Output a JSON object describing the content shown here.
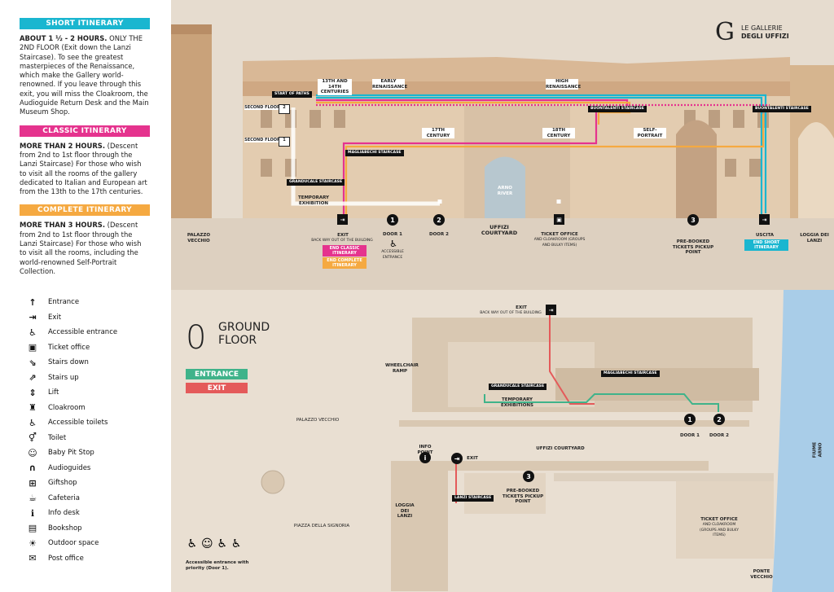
{
  "left": {
    "short": {
      "title": "SHORT ITINERARY",
      "lead": "ABOUT 1 ½ - 2 HOURS.",
      "text": " ONLY THE 2ND FLOOR (Exit down the Lanzi Staircase). To see the greatest masterpieces of the Renaissance, which make the Gallery world-renowned. If you leave through this exit, you will miss the Cloakroom, the Audioguide Return Desk and the Main Museum Shop."
    },
    "classic": {
      "title": "CLASSIC ITINERARY",
      "lead": "MORE THAN 2 HOURS.",
      "text": " (Descent from 2nd to 1st floor through the Lanzi Staircase) For those who wish to visit all the rooms of the gallery dedicated to Italian and European art from the 13th to the 17th centuries."
    },
    "complete": {
      "title": "COMPLETE ITINERARY",
      "lead": "MORE THAN 3 HOURS.",
      "text": " (Descent from 2nd to 1st floor through the Lanzi Staircase) For those who wish to visit all the rooms, including the world-renowned Self-Portrait Collection."
    },
    "legend": [
      {
        "icon": "entrance-icon",
        "glyph": "↑",
        "label": "Entrance"
      },
      {
        "icon": "exit-icon",
        "glyph": "⇥",
        "label": "Exit"
      },
      {
        "icon": "accessible-entrance-icon",
        "glyph": "♿",
        "label": "Accessible entrance"
      },
      {
        "icon": "ticket-office-icon",
        "glyph": "▣",
        "label": "Ticket office"
      },
      {
        "icon": "stairs-down-icon",
        "glyph": "⇘",
        "label": "Stairs down"
      },
      {
        "icon": "stairs-up-icon",
        "glyph": "⇗",
        "label": "Stairs up"
      },
      {
        "icon": "lift-icon",
        "glyph": "⇕",
        "label": "Lift"
      },
      {
        "icon": "cloakroom-icon",
        "glyph": "♜",
        "label": "Cloakroom"
      },
      {
        "icon": "accessible-toilets-icon",
        "glyph": "♿",
        "label": "Accessible toilets"
      },
      {
        "icon": "toilet-icon",
        "glyph": "⚥",
        "label": "Toilet"
      },
      {
        "icon": "baby-pit-stop-icon",
        "glyph": "☺",
        "label": "Baby Pit Stop"
      },
      {
        "icon": "audioguides-icon",
        "glyph": "∩",
        "label": "Audioguides"
      },
      {
        "icon": "giftshop-icon",
        "glyph": "⊞",
        "label": "Giftshop"
      },
      {
        "icon": "cafeteria-icon",
        "glyph": "☕",
        "label": "Cafeteria"
      },
      {
        "icon": "info-desk-icon",
        "glyph": "ℹ",
        "label": "Info desk"
      },
      {
        "icon": "bookshop-icon",
        "glyph": "▤",
        "label": "Bookshop"
      },
      {
        "icon": "outdoor-space-icon",
        "glyph": "☀",
        "label": "Outdoor space"
      },
      {
        "icon": "post-office-icon",
        "glyph": "✉",
        "label": "Post office"
      }
    ]
  },
  "logo": {
    "line1": "LE GALLERIE",
    "line2": "DEGLI UFFIZI"
  },
  "top": {
    "start": "START OF PATHS",
    "second_floor": "SECOND FLOOR",
    "first_floor": "SECOND FLOOR",
    "floor2": "2",
    "floor1": "1",
    "c13": "13TH AND 14TH CENTURIES",
    "early": "EARLY RENAISSANCE",
    "high": "HIGH RENAISSANCE",
    "c17": "17TH CENTURY",
    "c18": "18TH CENTURY",
    "self": "SELF-PORTRAIT",
    "buontalenti1": "BUONTALENTI STAIRCASE",
    "buontalenti2": "BUONTALENTI STAIRCASE",
    "magliabechi": "MAGLIABECHI STAIRCASE",
    "granducale": "GRANDUCALE STAIRCASE",
    "temporary": "TEMPORARY EXHIBITION",
    "arno": "ARNO RIVER",
    "palazzo": "PALAZZO VECCHIO",
    "loggia": "LOGGIA DEI LANZI",
    "courtyard": "UFFIZI COURTYARD",
    "exit": "EXIT",
    "exit_sub": "BACK WAY OUT OF THE BUILDING",
    "door1": "DOOR 1",
    "door1_sub": "ACCESSIBLE ENTRANCE",
    "door2": "DOOR 2",
    "ticket": "TICKET OFFICE",
    "ticket_sub": "AND CLOAKROOM (GROUPS AND BULKY ITEMS)",
    "prebook": "PRE-BOOKED TICKETS PICKUP POINT",
    "uscita": "USCITA",
    "end_short": "END SHORT ITINERARY",
    "end_classic": "END CLASSIC ITINERARY",
    "end_complete": "END COMPLETE ITINERARY",
    "n1": "1",
    "n2": "2",
    "n3": "3"
  },
  "ground": {
    "num": "0",
    "title1": "GROUND",
    "title2": "FLOOR",
    "entrance": "ENTRANCE",
    "exit": "EXIT",
    "exit_top": "EXIT",
    "exit_top_sub": "BACK WAY OUT OF THE BUILDING",
    "wheelchair": "WHEELCHAIR RAMP",
    "palazzo": "PALAZZO VECCHIO",
    "granducale": "GRANDUCALE STAIRCASE",
    "temporary": "TEMPORARY EXHIBITIONS",
    "magliabechi": "MAGLIABECHI STAIRCASE",
    "door1": "DOOR 1",
    "door2": "DOOR 2",
    "info": "INFO POINT",
    "exit2": "EXIT",
    "courtyard": "UFFIZI COURTYARD",
    "fiume": "FIUME ARNO",
    "lanzi": "LANZI STAIRCASE",
    "prebook": "PRE-BOOKED TICKETS PICKUP POINT",
    "loggia": "LOGGIA DEI LANZI",
    "piazza": "PIAZZA DELLA SIGNORIA",
    "ticket": "TICKET OFFICE",
    "ticket_sub": "AND CLOAKROOM (GROUPS AND BULKY ITEMS)",
    "ponte": "PONTE VECCHIO",
    "accessible": "Accessible entrance with priority (Door 1).",
    "n1": "1",
    "n2": "2",
    "n3": "3"
  },
  "colors": {
    "short": "#1ab6d0",
    "classic": "#e5338e",
    "complete": "#f5a941",
    "entrance": "#3fb38a",
    "exit": "#e45a5a"
  }
}
